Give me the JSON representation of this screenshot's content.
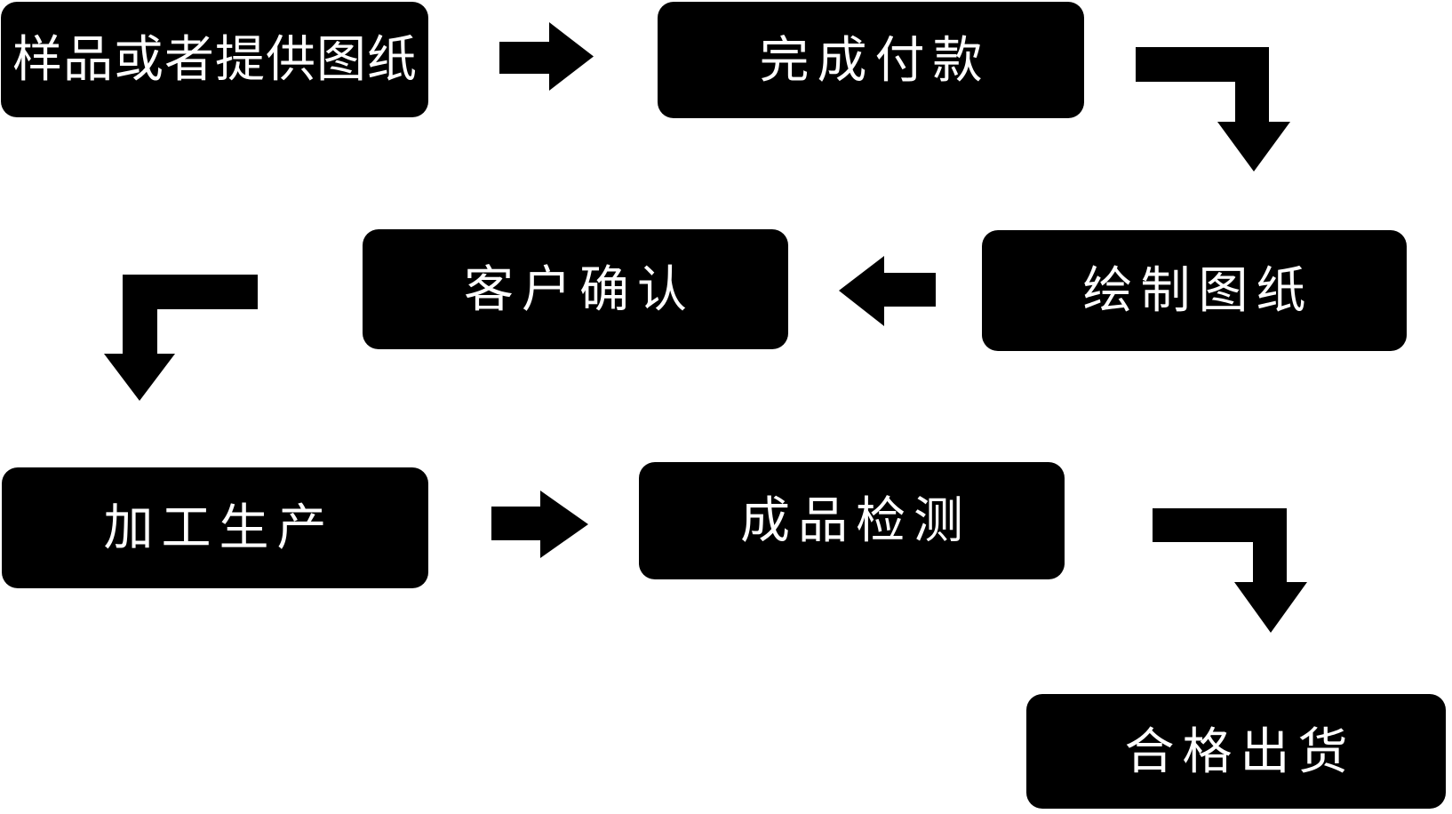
{
  "diagram": {
    "type": "flowchart",
    "background_color": "#ffffff",
    "node_background_color": "#000000",
    "node_text_color": "#ffffff",
    "nodes": [
      {
        "id": "sample-or-provide-drawing",
        "label": "样品或者提供图纸"
      },
      {
        "id": "complete-payment",
        "label": "完成付款"
      },
      {
        "id": "draw-drawing",
        "label": "绘制图纸"
      },
      {
        "id": "customer-confirm",
        "label": "客户确认"
      },
      {
        "id": "processing-production",
        "label": "加工生产"
      },
      {
        "id": "finished-product-inspection",
        "label": "成品检测"
      },
      {
        "id": "qualified-shipment",
        "label": "合格出货"
      }
    ],
    "flow_order": [
      "样品或者提供图纸",
      "完成付款",
      "绘制图纸",
      "客户确认",
      "加工生产",
      "成品检测",
      "合格出货"
    ]
  }
}
